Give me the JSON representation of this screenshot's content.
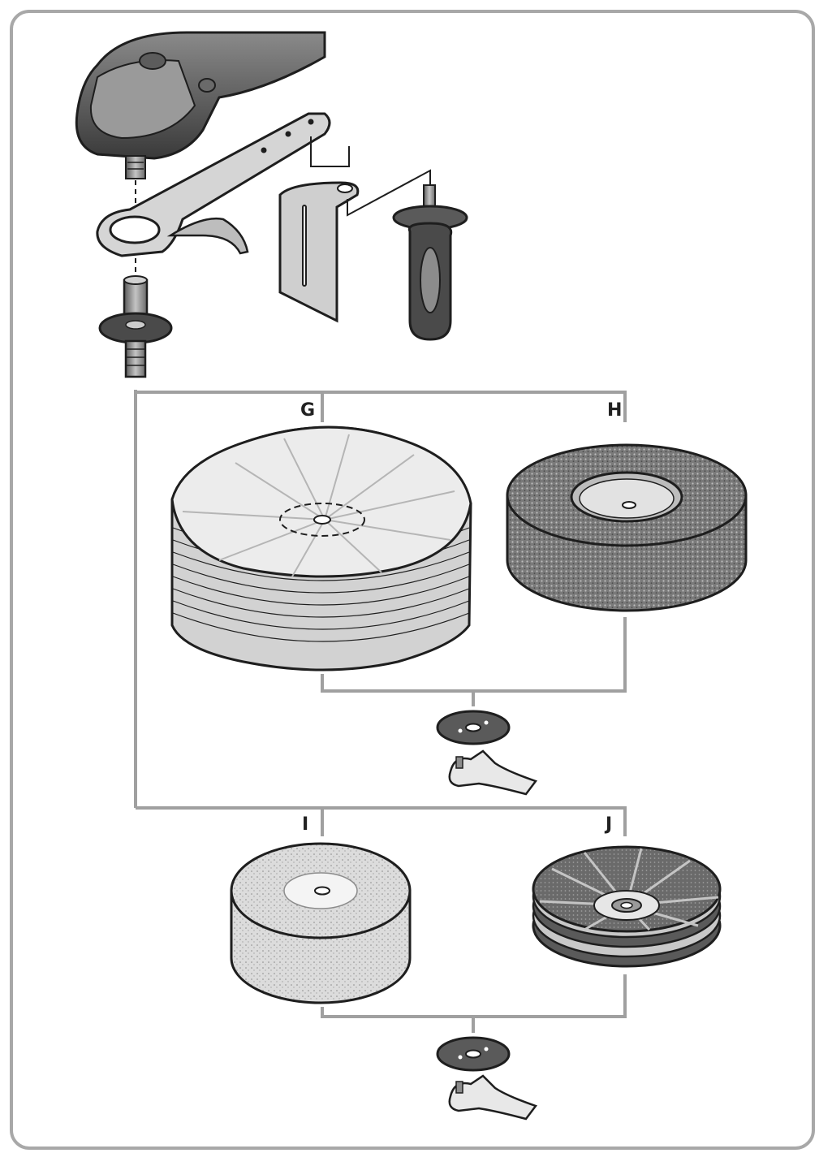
{
  "colors": {
    "frame": "#a8a8a8",
    "connector": "#a0a0a0",
    "ink": "#1e1e1e",
    "metal_dark": "#4a4a4a",
    "metal_mid": "#8c8c8c",
    "metal_light": "#c9c9c9",
    "cloth_light": "#e6e6e6",
    "cloth_mid": "#cfcfcf",
    "felt_dark": "#6e6e6e",
    "felt_light": "#d9d9d9"
  },
  "labels": {
    "g": "G",
    "h": "H",
    "i": "I",
    "j": "J"
  },
  "icons": {
    "tool": "angle-polisher-head-icon",
    "handle_bar": "bow-handle-icon",
    "guard": "hand-guard-plate-icon",
    "side_handle": "side-handle-icon",
    "spindle": "spindle-adapter-icon",
    "wheel_g": "cloth-buff-wheel-icon",
    "wheel_h": "felt-disc-wheel-icon",
    "wheel_i": "fleece-drum-wheel-icon",
    "wheel_j": "sisal-buff-wheel-icon",
    "flange": "flange-washer-icon",
    "wrench": "pin-wrench-icon"
  }
}
